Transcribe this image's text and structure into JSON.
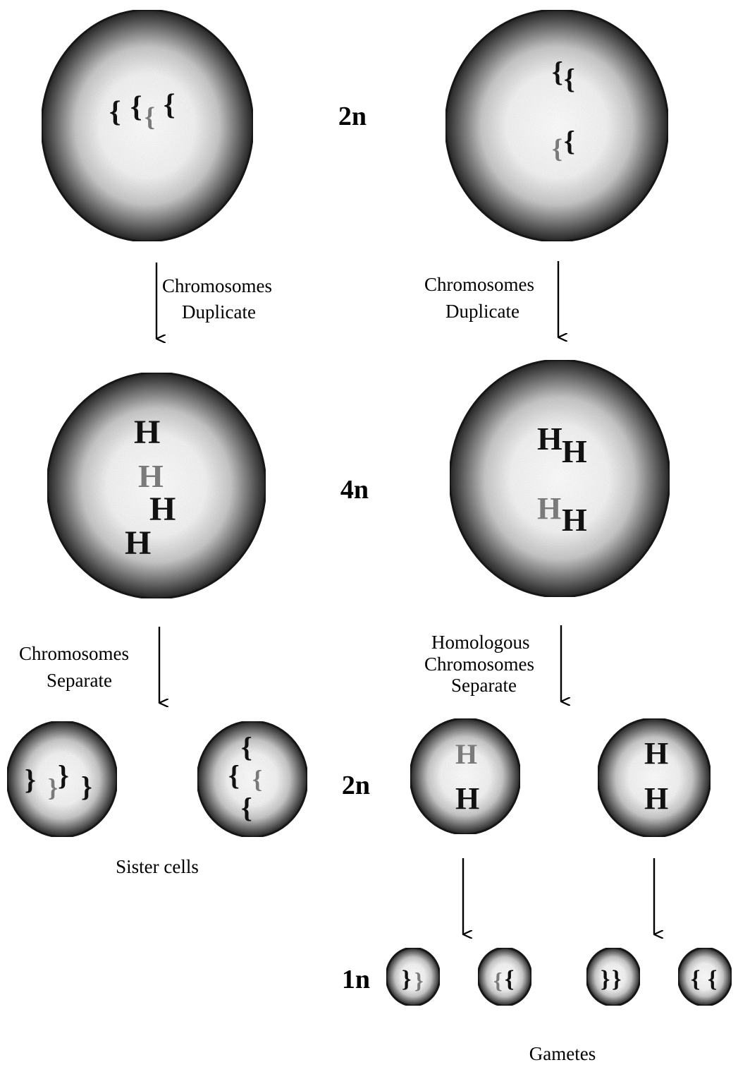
{
  "ploidy_labels": {
    "top": "2n",
    "middle": "4n",
    "daughter": "2n",
    "gamete": "1n"
  },
  "left_column": {
    "step1_label_line1": "Chromosomes",
    "step1_label_line2": "Duplicate",
    "step2_label_line1": "Chromosomes",
    "step2_label_line2": "Separate",
    "result_label": "Sister cells"
  },
  "right_column": {
    "step1_label_line1": "Chromosomes",
    "step1_label_line2": "Duplicate",
    "step2_label_line1": "Homologous",
    "step2_label_line2": "Chromosomes",
    "step2_label_line3": "Separate",
    "result_label": "Gametes"
  },
  "colors": {
    "cell_edge": "#1a1a1a",
    "cell_center": "#ffffff",
    "chromosome_dark": "#111111",
    "chromosome_light": "#7a7a7a"
  }
}
